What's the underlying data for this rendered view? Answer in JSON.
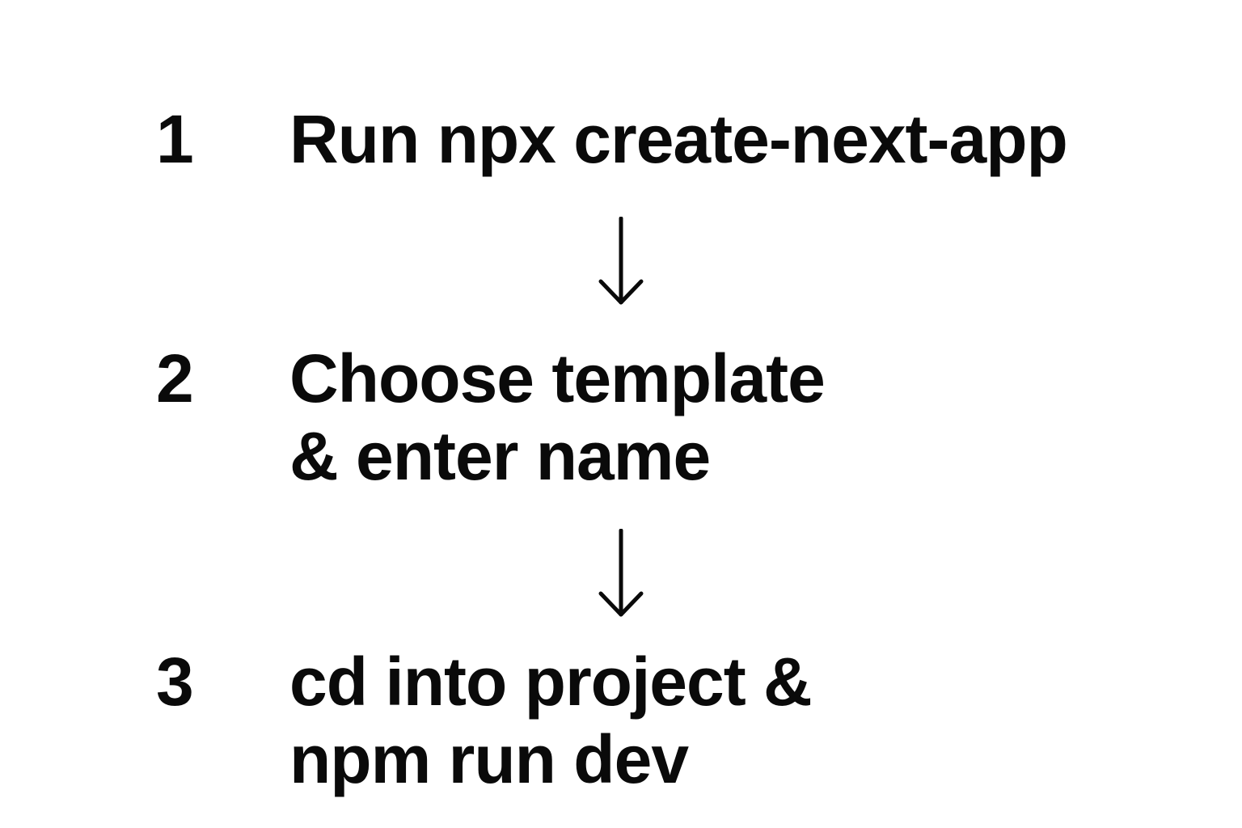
{
  "steps": [
    {
      "number": "1",
      "lines": [
        "Run npx create-next-app"
      ]
    },
    {
      "number": "2",
      "lines": [
        "Choose template",
        "& enter name"
      ]
    },
    {
      "number": "3",
      "lines": [
        "cd into project &",
        "npm run dev"
      ]
    }
  ],
  "arrows": [
    {
      "icon": "down-arrow-icon"
    },
    {
      "icon": "down-arrow-icon"
    }
  ],
  "colors": {
    "text": "#0a0a0a",
    "background": "#ffffff"
  }
}
